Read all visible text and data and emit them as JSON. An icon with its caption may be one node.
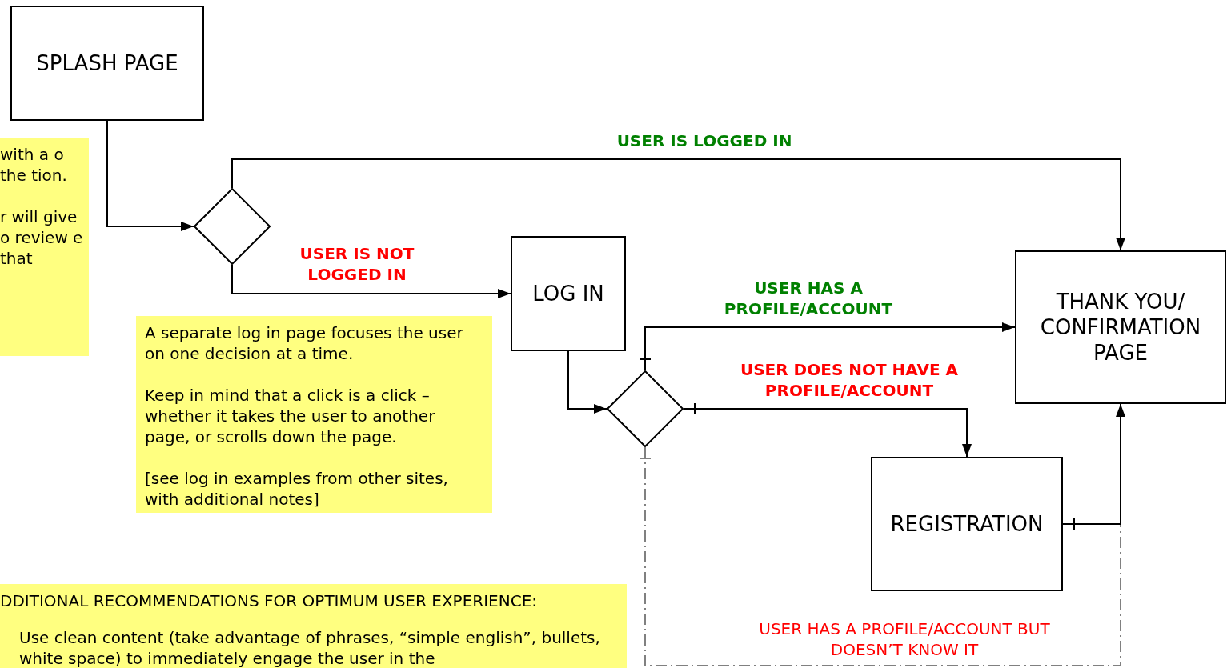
{
  "diagram": {
    "nodes": [
      {
        "text": [
          "SPLASH PAGE"
        ]
      },
      {
        "text": [],
        "shape": "diamond"
      },
      {
        "text": [
          "LOG IN"
        ]
      },
      {
        "text": [],
        "shape": "diamond"
      },
      {
        "text": [
          "THANK YOU/ CONFIRMATION PAGE"
        ]
      },
      {
        "text": [
          "REGISTRATION"
        ]
      },
      {
        "text": [
          "with a o the tion.",
          "r will give o review e that"
        ]
      },
      {
        "text": [
          "A separate log in page  focuses the user on one decision at a time.",
          "Keep in mind that a click is a click – whether it takes the user to another page, or scrolls down the page.",
          "[see log in examples from other sites, with additional notes]"
        ]
      },
      {
        "text": [
          "DDITIONAL RECOMMENDATIONS FOR OPTIMUM USER EXPERIENCE:",
          "Use clean content (take advantage of phrases, “simple english”, bullets, white space) to immediately engage the user in the"
        ]
      }
    ],
    "edges": [
      {
        "from": 0,
        "to": 1,
        "arrow": "to"
      },
      {
        "from": 1,
        "to": 4,
        "arrow": "to",
        "label": "USER IS LOGGED IN"
      },
      {
        "from": 1,
        "to": 2,
        "arrow": "to",
        "label": "USER IS NOT LOGGED IN"
      },
      {
        "from": 2,
        "to": 3,
        "arrow": "to"
      },
      {
        "from": 3,
        "to": 4,
        "arrow": "to",
        "label": "USER HAS A PROFILE/ACCOUNT"
      },
      {
        "from": 3,
        "to": 5,
        "arrow": "to",
        "label": "USER DOES NOT HAVE A PROFILE/ACCOUNT"
      },
      {
        "from": 5,
        "to": 4,
        "arrow": "to"
      },
      {
        "from": 3,
        "to": 4,
        "arrow": "to",
        "label": "USER HAS A PROFILE/ACCOUNT BUT DOESN’T KNOW IT",
        "style": "dashed",
        "color": "#808080"
      }
    ]
  }
}
